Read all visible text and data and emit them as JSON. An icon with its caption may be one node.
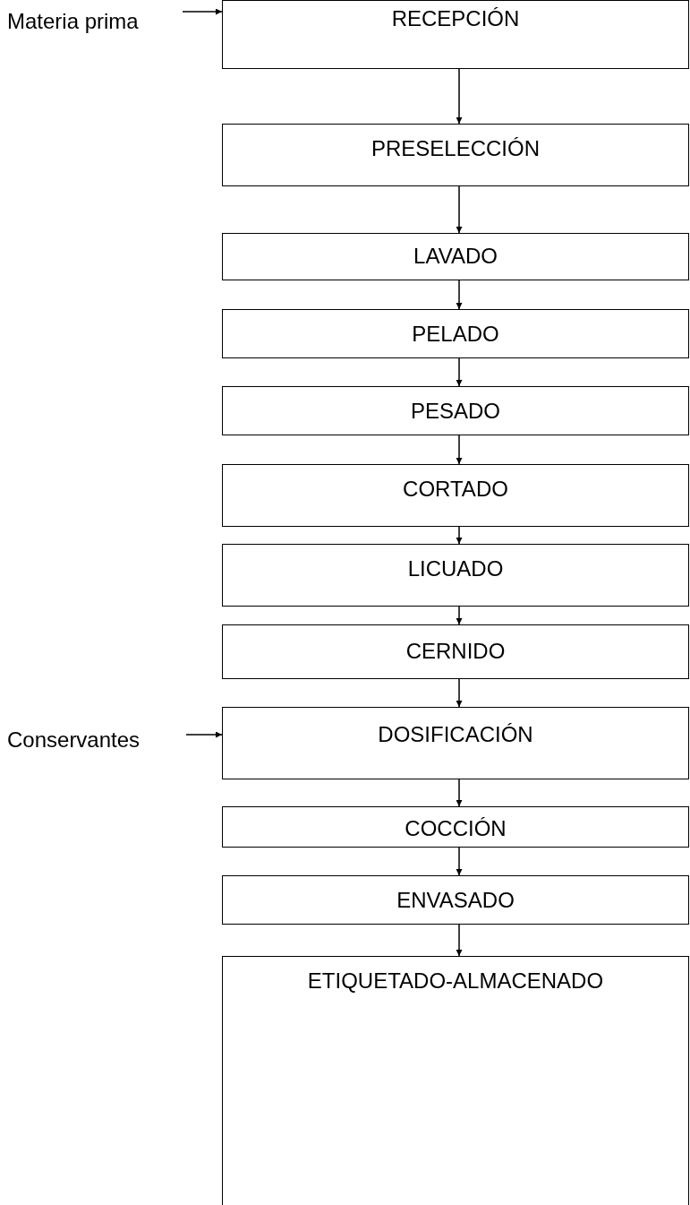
{
  "diagram": {
    "nodes": [
      {
        "text": [
          "Materia prima"
        ]
      },
      {
        "text": [
          "RECEPCIÓN"
        ]
      },
      {
        "text": [
          "PRESELECCIÓN"
        ]
      },
      {
        "text": [
          "LAVADO"
        ]
      },
      {
        "text": [
          "PELADO"
        ]
      },
      {
        "text": [
          "PESADO"
        ]
      },
      {
        "text": [
          "CORTADO"
        ]
      },
      {
        "text": [
          "LICUADO"
        ]
      },
      {
        "text": [
          "CERNIDO"
        ]
      },
      {
        "text": [
          "Conservantes"
        ]
      },
      {
        "text": [
          "DOSIFICACIÓN"
        ]
      },
      {
        "text": [
          "COCCIÓN"
        ]
      },
      {
        "text": [
          "ENVASADO"
        ]
      },
      {
        "text": [
          "ETIQUETADO-ALMACENADO"
        ]
      }
    ],
    "edges": [
      {
        "from": 0,
        "to": 1,
        "arrow": "to"
      },
      {
        "from": 1,
        "to": 2,
        "arrow": "to"
      },
      {
        "from": 2,
        "to": 3,
        "arrow": "to"
      },
      {
        "from": 3,
        "to": 4,
        "arrow": "to"
      },
      {
        "from": 4,
        "to": 5,
        "arrow": "to"
      },
      {
        "from": 5,
        "to": 6,
        "arrow": "to"
      },
      {
        "from": 6,
        "to": 7,
        "arrow": "to"
      },
      {
        "from": 7,
        "to": 8,
        "arrow": "to"
      },
      {
        "from": 8,
        "to": 10,
        "arrow": "to"
      },
      {
        "from": 9,
        "to": 10,
        "arrow": "to"
      },
      {
        "from": 10,
        "to": 11,
        "arrow": "to"
      },
      {
        "from": 11,
        "to": 12,
        "arrow": "to"
      },
      {
        "from": 12,
        "to": 13,
        "arrow": "to"
      }
    ]
  }
}
